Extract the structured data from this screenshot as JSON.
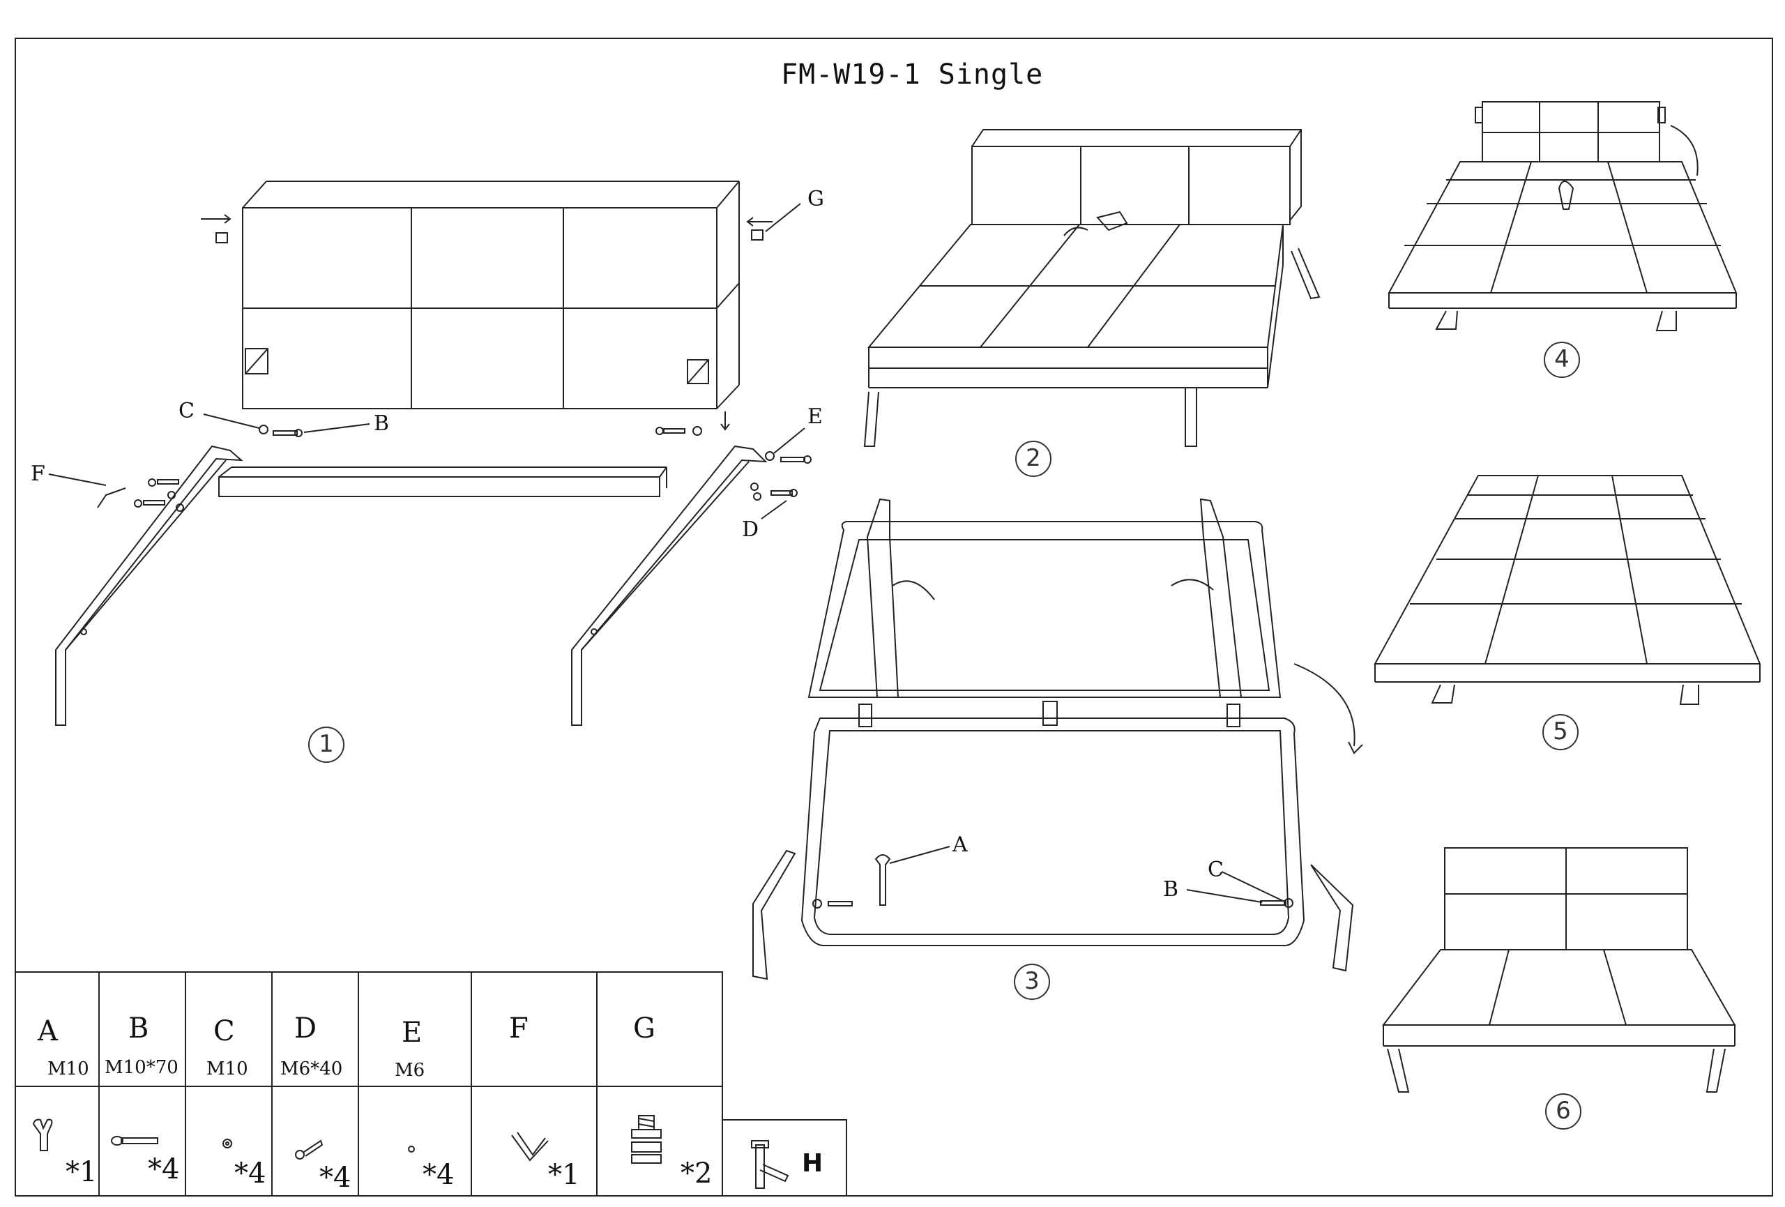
{
  "title": "FM-W19-1 Single",
  "callouts": {
    "g": "G",
    "c": "C",
    "b": "B",
    "e": "E",
    "f": "F",
    "d": "D",
    "a3": "A",
    "c3": "C",
    "b3": "B"
  },
  "steps": [
    "1",
    "2",
    "3",
    "4",
    "5",
    "6"
  ],
  "parts": [
    {
      "letter": "A",
      "spec": "M10",
      "qty": "*1",
      "icon": "wrench-icon"
    },
    {
      "letter": "B",
      "spec": "M10*70",
      "qty": "*4",
      "icon": "bolt-icon"
    },
    {
      "letter": "C",
      "spec": "M10",
      "qty": "*4",
      "icon": "washer-icon"
    },
    {
      "letter": "D",
      "spec": "M6*40",
      "qty": "*4",
      "icon": "screw-icon"
    },
    {
      "letter": "E",
      "spec": "M6",
      "qty": "*4",
      "icon": "small-washer-icon"
    },
    {
      "letter": "F",
      "spec": "",
      "qty": "*1",
      "icon": "allen-key-icon"
    },
    {
      "letter": "G",
      "spec": "",
      "qty": "*2",
      "icon": "leg-connector-icon"
    }
  ],
  "extra_part": {
    "label": "H",
    "icon": "hex-key-tool-icon"
  }
}
